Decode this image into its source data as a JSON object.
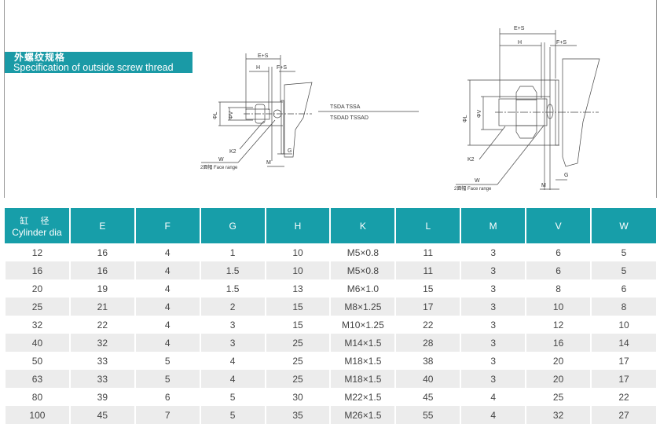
{
  "banner": {
    "title_cn": "外螺纹规格",
    "title_en": "Specification of outside screw thread"
  },
  "diagram_left": {
    "e_s": "E+S",
    "h": "H",
    "f_s": "F+S",
    "phi_l": "ΦL",
    "phi_v": "ΦV",
    "k2": "K2",
    "w": "W",
    "face_range": "2面幅 Face range",
    "g": "G",
    "m": "M"
  },
  "models": {
    "top": "TSDA  TSSA",
    "bottom": "TSDAD  TSSAD"
  },
  "diagram_right": {
    "e_s": "E+S",
    "h": "H",
    "f_s": "F+S",
    "phi_l": "ΦL",
    "phi_v": "ΦV",
    "k2": "K2",
    "w": "W",
    "face_range": "2面幅 Face range",
    "g": "G",
    "m": "M"
  },
  "table": {
    "header_cn": "缸 径",
    "header_en": "Cylinder dia",
    "columns": [
      "E",
      "F",
      "G",
      "H",
      "K",
      "L",
      "M",
      "V",
      "W"
    ],
    "rows": [
      [
        "12",
        "16",
        "4",
        "1",
        "10",
        "M5×0.8",
        "11",
        "3",
        "6",
        "5"
      ],
      [
        "16",
        "16",
        "4",
        "1.5",
        "10",
        "M5×0.8",
        "11",
        "3",
        "6",
        "5"
      ],
      [
        "20",
        "19",
        "4",
        "1.5",
        "13",
        "M6×1.0",
        "15",
        "3",
        "8",
        "6"
      ],
      [
        "25",
        "21",
        "4",
        "2",
        "15",
        "M8×1.25",
        "17",
        "3",
        "10",
        "8"
      ],
      [
        "32",
        "22",
        "4",
        "3",
        "15",
        "M10×1.25",
        "22",
        "3",
        "12",
        "10"
      ],
      [
        "40",
        "32",
        "4",
        "3",
        "25",
        "M14×1.5",
        "28",
        "3",
        "16",
        "14"
      ],
      [
        "50",
        "33",
        "5",
        "4",
        "25",
        "M18×1.5",
        "38",
        "3",
        "20",
        "17"
      ],
      [
        "63",
        "33",
        "5",
        "4",
        "25",
        "M18×1.5",
        "40",
        "3",
        "20",
        "17"
      ],
      [
        "80",
        "39",
        "6",
        "5",
        "30",
        "M22×1.5",
        "45",
        "4",
        "25",
        "22"
      ],
      [
        "100",
        "45",
        "7",
        "5",
        "35",
        "M26×1.5",
        "55",
        "4",
        "32",
        "27"
      ]
    ]
  },
  "colors": {
    "accent": "#179ea9",
    "alt_row": "#ececec"
  }
}
